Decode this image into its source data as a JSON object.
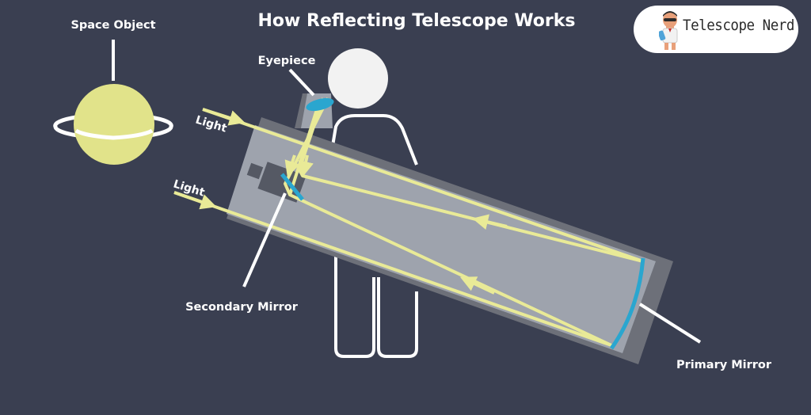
{
  "title": "How Reflecting Telescope Works",
  "brand": {
    "name": "Telescope Nerd"
  },
  "labels": {
    "space_object": "Space Object",
    "eyepiece": "Eyepiece",
    "light_top": "Light",
    "light_bottom": "Light",
    "secondary_mirror": "Secondary Mirror",
    "primary_mirror": "Primary Mirror"
  },
  "colors": {
    "background": "#3a3f51",
    "tube_body": "#9ea3ad",
    "tube_shadow": "#6d7079",
    "light_rays": "#e9ea97",
    "mirror": "#2aa6cf",
    "planet": "#e1e38a",
    "outline": "#ffffff"
  }
}
